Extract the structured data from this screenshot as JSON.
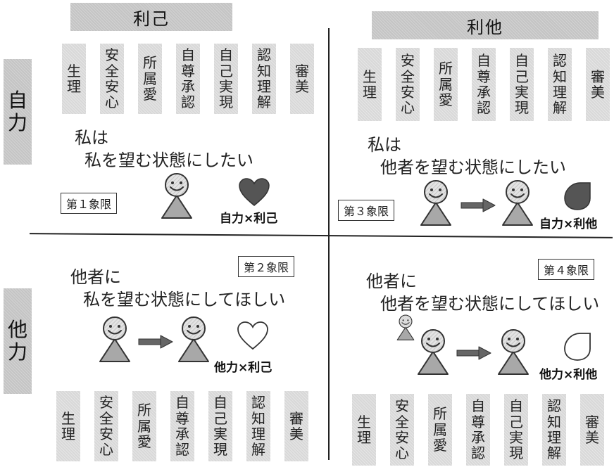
{
  "columns": {
    "left": "利己",
    "right": "利他"
  },
  "rows": {
    "top": "自力",
    "bottom": "他力"
  },
  "needs": [
    "生理",
    "安全安心",
    "所属愛",
    "自尊承認",
    "自己実現",
    "認知理解",
    "審美"
  ],
  "quadrants": {
    "q1": {
      "subject": "私は",
      "wish": "私を望む状態にしたい",
      "label": "第１象限",
      "formula": "自力×利己",
      "icon": "heart-filled"
    },
    "q2": {
      "subject": "他者に",
      "wish": "私を望む状態にしてほしい",
      "label": "第２象限",
      "formula": "他力×利己",
      "icon": "heart-outline"
    },
    "q3": {
      "subject": "私は",
      "wish": "他者を望む状態にしたい",
      "label": "第３象限",
      "formula": "自力×利他",
      "icon": "drop-filled"
    },
    "q4": {
      "subject": "他者に",
      "wish": "他者を望む状態にしてほしい",
      "label": "第４象限",
      "formula": "他力×利他",
      "icon": "drop-outline"
    }
  },
  "colors": {
    "header": "#c4c4c4",
    "need_tile": "#d8d8d8",
    "icon_fill": "#555555",
    "figure_body": "#a8a8a8",
    "face": "#e6e6e6"
  }
}
